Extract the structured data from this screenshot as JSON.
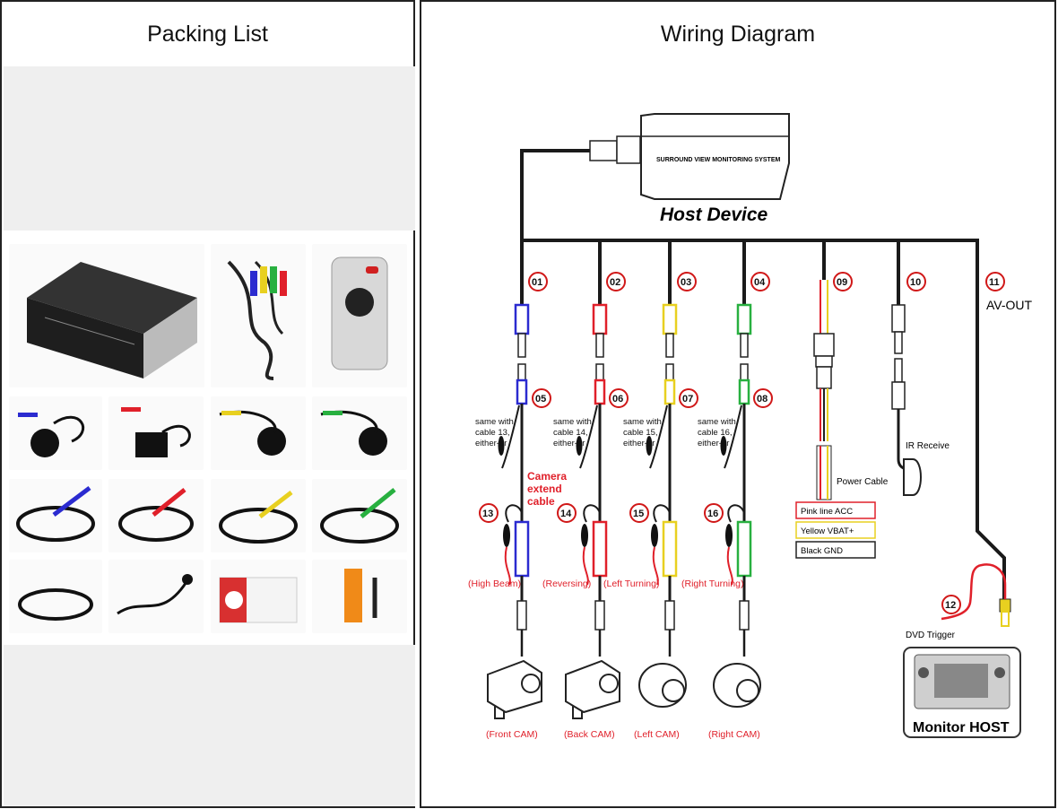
{
  "packing_list": {
    "title": "Packing List"
  },
  "wiring": {
    "title": "Wiring Diagram",
    "host_label": "Host Device",
    "host_brand": "SURROUND VIEW MONITORING SYSTEM",
    "wire_numbers": [
      "01",
      "02",
      "03",
      "04",
      "09",
      "10",
      "11"
    ],
    "plug_numbers": [
      "05",
      "06",
      "07",
      "08"
    ],
    "trigger_numbers": [
      "13",
      "14",
      "15",
      "16"
    ],
    "dvd_number": "12",
    "av_out": "AV-OUT",
    "same_with": [
      [
        "same with",
        "cable 13,",
        "either-or"
      ],
      [
        "same with",
        "cable 14,",
        "either-or"
      ],
      [
        "same with",
        "cable 15,",
        "either-or"
      ],
      [
        "same with",
        "cable 16,",
        "either-or"
      ]
    ],
    "extend_cable": [
      "Camera",
      "extend",
      "cable"
    ],
    "trigger_labels": [
      "(High Beam)",
      "(Reversing)",
      "(Left Turning)",
      "(Right Turning)"
    ],
    "cam_labels": [
      "(Front CAM)",
      "(Back CAM)",
      "(Left CAM)",
      "(Right CAM)"
    ],
    "ir_receive": "IR Receive",
    "power_cable": "Power Cable",
    "power_lines": [
      "Pink line ACC",
      "Yellow VBAT+",
      "Black GND"
    ],
    "dvd_trigger": "DVD Trigger",
    "monitor": "Monitor  HOST",
    "colors": {
      "blue": "#2b2bd0",
      "red": "#e0202a",
      "yellow": "#e8d020",
      "green": "#28b040",
      "wire": "#1a1a1a",
      "number_ring": "#d01818"
    }
  }
}
